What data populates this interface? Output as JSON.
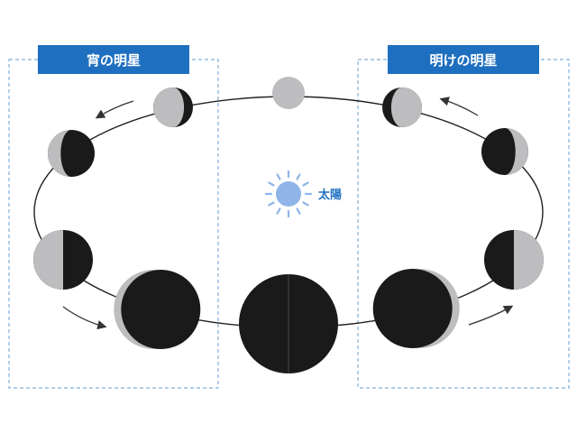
{
  "regions": [
    {
      "label": "宵の明星"
    },
    {
      "label": "明けの明星"
    }
  ],
  "sun": {
    "label": "太陽",
    "color": "#8fb4e8"
  },
  "colors": {
    "accent": "#1f6fc0",
    "dashed_border": "#7fb0db",
    "planet_light": "#bdbdc0",
    "planet_dark": "#1a1a1a",
    "orbit": "#222222",
    "arrow": "#333333"
  },
  "phases": [
    {
      "name": "full"
    },
    {
      "name": "gibbous-lit-left"
    },
    {
      "name": "crescent-lit-left"
    },
    {
      "name": "half-lit-left"
    },
    {
      "name": "thin-crescent-lit-left"
    },
    {
      "name": "new"
    },
    {
      "name": "thin-crescent-lit-right"
    },
    {
      "name": "half-lit-right"
    },
    {
      "name": "crescent-lit-right"
    },
    {
      "name": "gibbous-lit-right"
    }
  ]
}
